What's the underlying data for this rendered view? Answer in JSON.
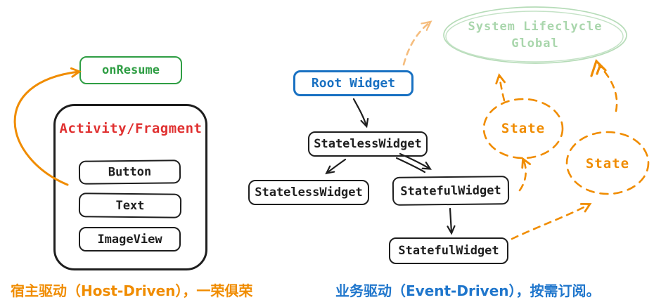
{
  "left_panel": {
    "onresume_label": "onResume",
    "container_title": "Activity/Fragment",
    "child_button": "Button",
    "child_text": "Text",
    "child_imageview": "ImageView",
    "caption": "宿主驱动（Host-Driven），一荣俱荣"
  },
  "right_panel": {
    "root_label": "Root Widget",
    "stateless_top": "StatelessWidget",
    "stateless_left": "StatelessWidget",
    "stateful_mid": "StatefulWidget",
    "stateful_bottom": "StatefulWidget",
    "state_left": "State",
    "state_right": "State",
    "lifecycle_line1": "System Lifeclycle",
    "lifecycle_line2": "Global",
    "caption": "业务驱动（Event-Driven），按需订阅。"
  },
  "colors": {
    "black": "#1e1e1e",
    "green": "#2f9e44",
    "pale_green": "#b6dcb8",
    "red": "#e03131",
    "blue": "#1971c2",
    "orange": "#f08c00",
    "pale_orange": "#f5bd7e"
  }
}
